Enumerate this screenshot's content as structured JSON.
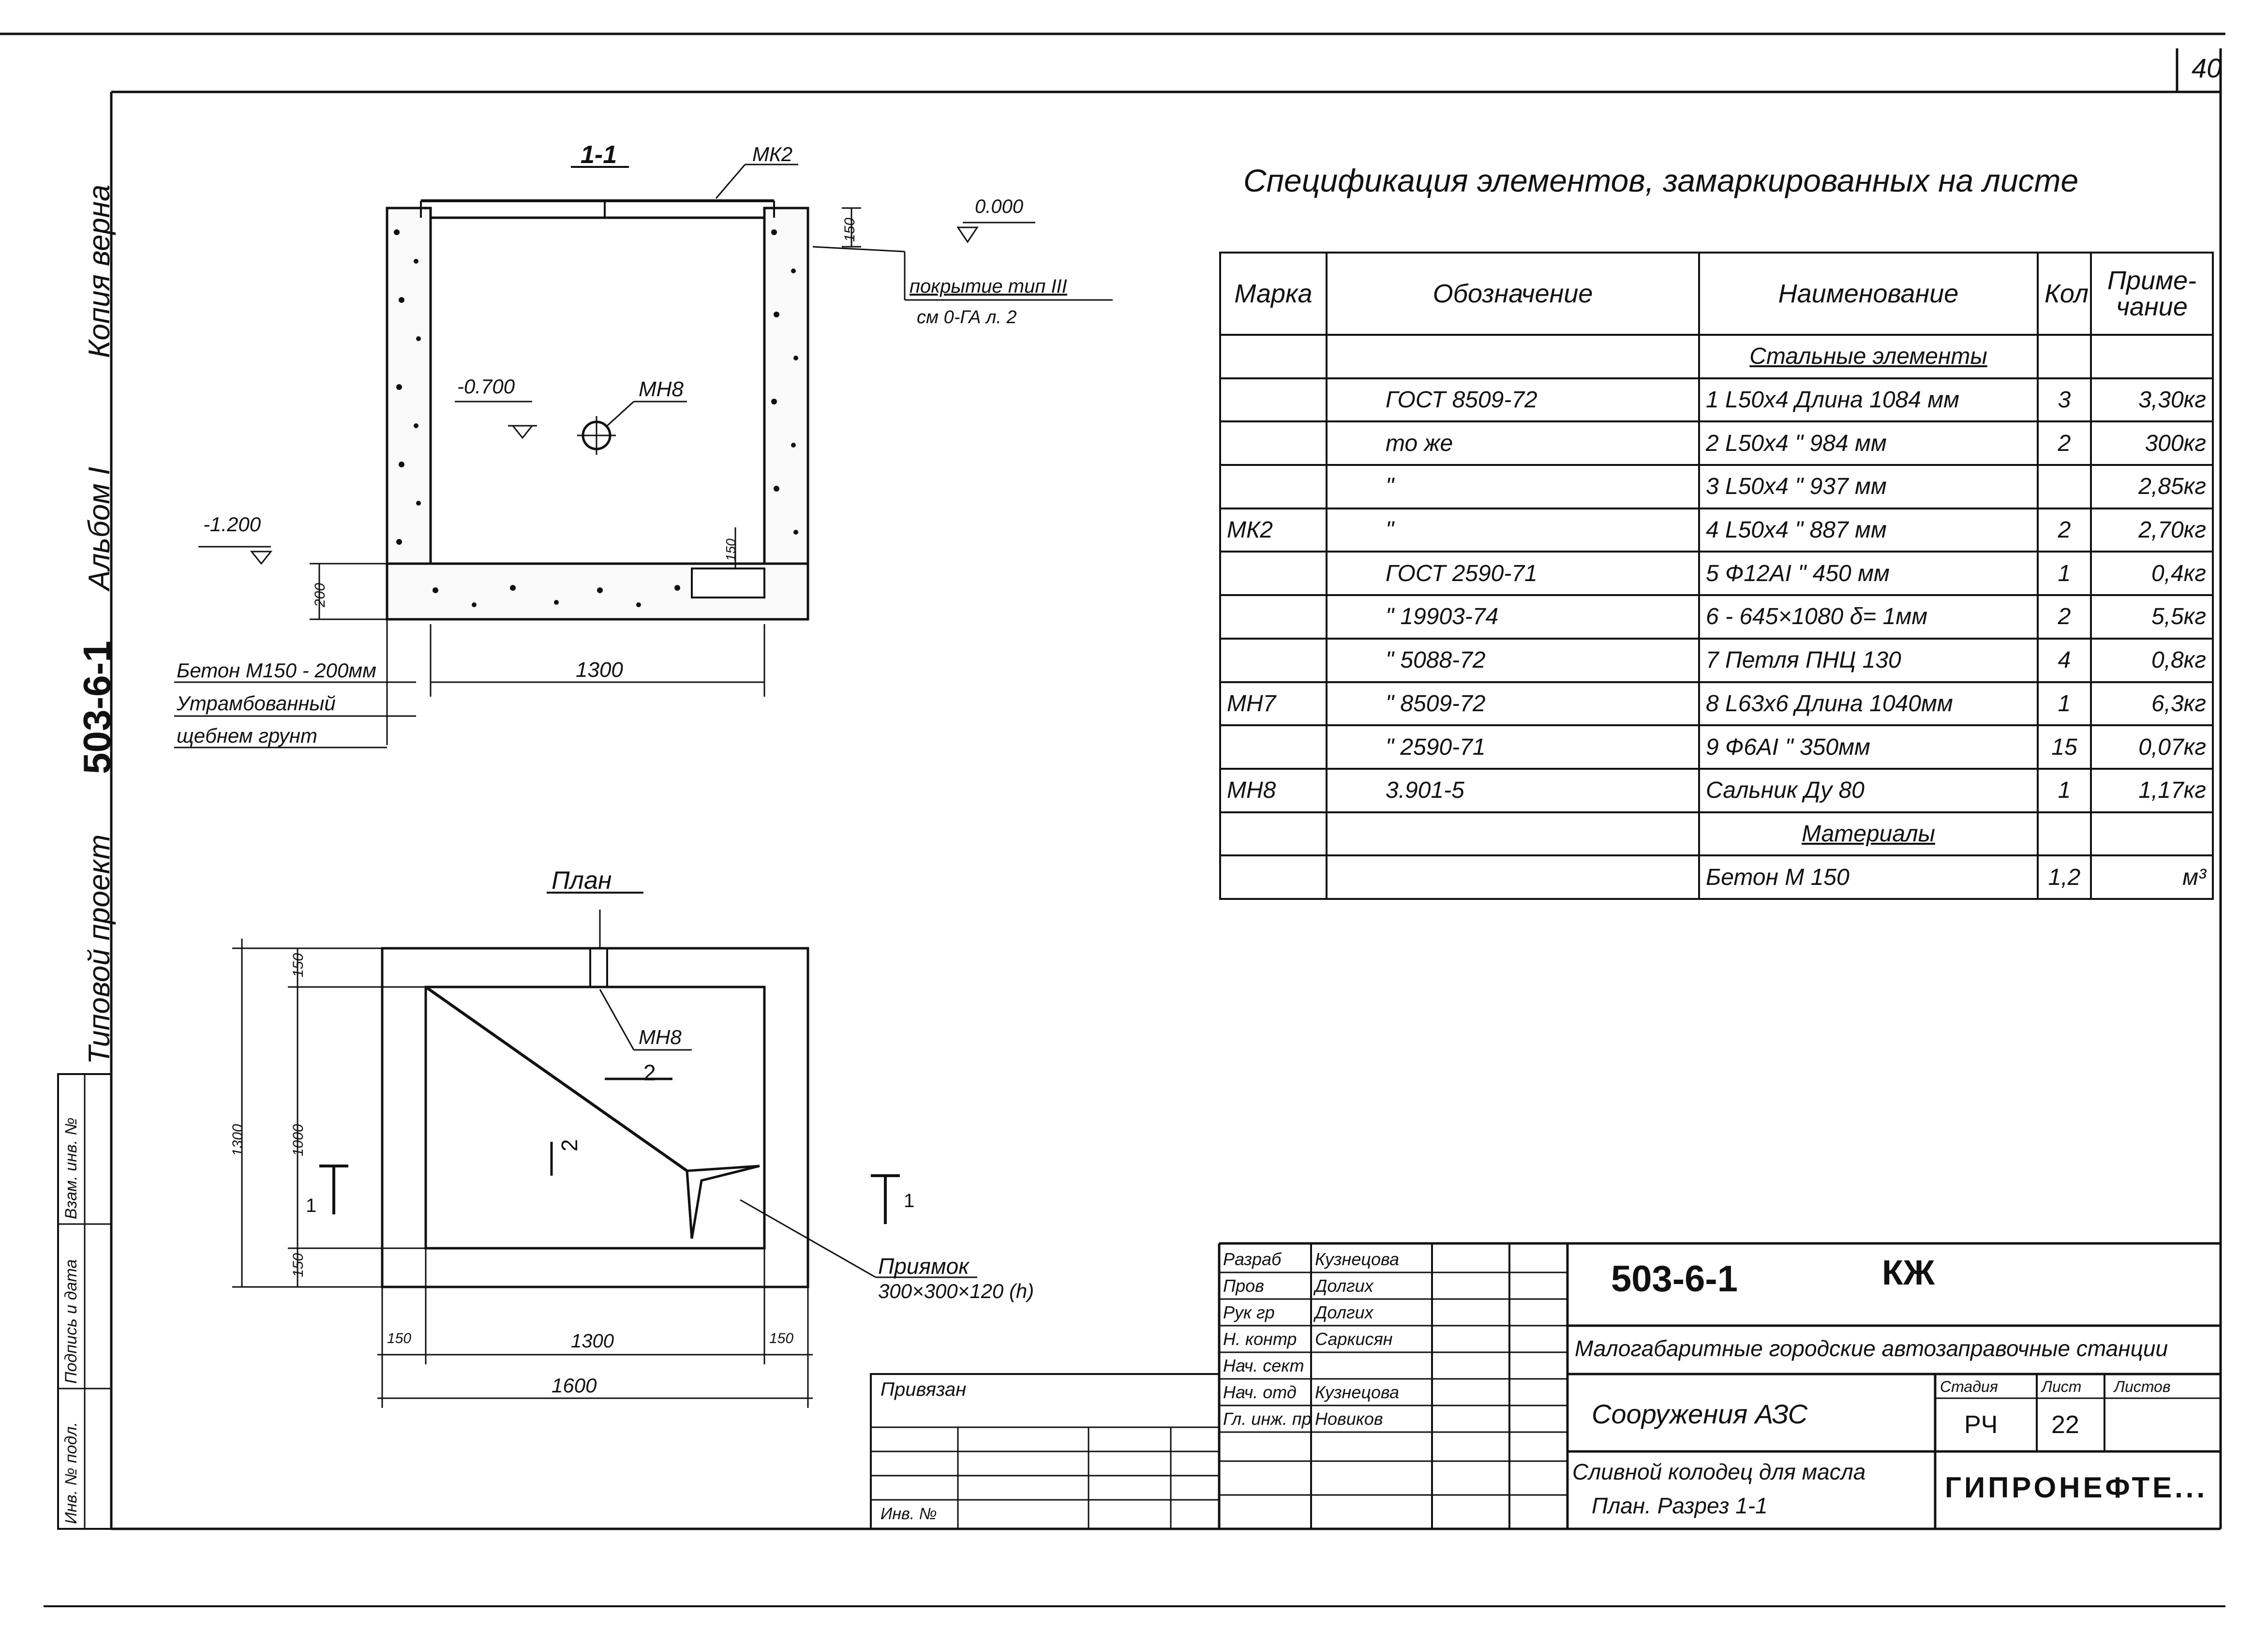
{
  "sheet": {
    "sheet_number": "40",
    "side_label": {
      "copy_verified": "Копия верна",
      "album": "Альбом I",
      "project_code": "503-6-1",
      "project_type": "Типовой проект"
    },
    "side_stamps": [
      "Взам. инв. №",
      "Подпись и дата",
      "Инв. № подл."
    ]
  },
  "section": {
    "title": "1-1",
    "labels": {
      "mk2": "МК2",
      "mn8": "МН8",
      "level_zero": "0.000",
      "level_minus_700": "-0.700",
      "level_minus_1200": "-1.200",
      "dim_150": "150",
      "dim_200": "200",
      "dim_150b": "150",
      "dim_1300": "1300",
      "coating_line1": "покрытие тип III",
      "coating_line2": "см      0-ГА л. 2",
      "concrete": "Бетон М150 - 200мм",
      "gravel_line1": "Утрамбованный",
      "gravel_line2": "щебнем грунт"
    }
  },
  "plan": {
    "title": "План",
    "labels": {
      "mn8": "МН8",
      "mark2a": "2",
      "mark2b": "2",
      "cut1_left": "1",
      "cut1_right": "1",
      "pit_line1": "Приямок",
      "pit_line2": "300×300×120 (h)",
      "dim_150_top": "150",
      "dim_1000": "1000",
      "dim_150_bottom": "150",
      "dim_1300_v": "1300",
      "dim_150_left": "150",
      "dim_1300_h": "1300",
      "dim_150_right": "150",
      "dim_1600": "1600"
    }
  },
  "spec": {
    "title": "Спецификация элементов, замаркированных на листе",
    "headers": [
      "Марка",
      "Обозначение",
      "Наименование",
      "Кол",
      "Приме-чание"
    ],
    "rows": [
      {
        "mark": "",
        "designation": "",
        "name": "Стальные элементы",
        "qty": "",
        "note": ""
      },
      {
        "mark": "",
        "designation": "ГОСТ 8509-72",
        "name": "1  L50х4  Длина  1084 мм",
        "qty": "3",
        "note": "3,30кг"
      },
      {
        "mark": "",
        "designation": "то же",
        "name": "2  L50х4    \"    984 мм",
        "qty": "2",
        "note": "300кг"
      },
      {
        "mark": "",
        "designation": "\"",
        "name": "3  L50х4    \"    937 мм",
        "qty": "",
        "note": "2,85кг"
      },
      {
        "mark": "МК2",
        "designation": "\"",
        "name": "4  L50х4    \"    887 мм",
        "qty": "2",
        "note": "2,70кг"
      },
      {
        "mark": "",
        "designation": "ГОСТ 2590-71",
        "name": "5  Ф12AI    \"    450 мм",
        "qty": "1",
        "note": "0,4кг"
      },
      {
        "mark": "",
        "designation": "\" 19903-74",
        "name": "6 - 645×1080   δ= 1мм",
        "qty": "2",
        "note": "5,5кг"
      },
      {
        "mark": "",
        "designation": "\" 5088-72",
        "name": "7  Петля  ПНЦ  130",
        "qty": "4",
        "note": "0,8кг"
      },
      {
        "mark": "МН7",
        "designation": "\" 8509-72",
        "name": "8  L63х6   Длина 1040мм",
        "qty": "1",
        "note": "6,3кг"
      },
      {
        "mark": "",
        "designation": "\" 2590-71",
        "name": "9  Ф6AI    \"    350мм",
        "qty": "15",
        "note": "0,07кг"
      },
      {
        "mark": "МН8",
        "designation": "3.901-5",
        "name": "Сальник  Ду 80",
        "qty": "1",
        "note": "1,17кг"
      },
      {
        "mark": "",
        "designation": "",
        "name": "Материалы",
        "qty": "",
        "note": ""
      },
      {
        "mark": "",
        "designation": "",
        "name": "Бетон  М 150",
        "qty": "1,2",
        "note": "м³"
      }
    ]
  },
  "title_block": {
    "doc_code": "503-6-1",
    "mark": "КЖ",
    "project_name": "Малогабаритные городские автозаправочные станции",
    "structure": "Сооружения АЗС",
    "sheet_title_line1": "Сливной колодец для масла",
    "sheet_title_line2": "План. Разрез 1-1",
    "stage_label": "Стадия",
    "sheet_label": "Лист",
    "sheets_label": "Листов",
    "stage": "РЧ",
    "sheet": "22",
    "org": "ГИПРОНЕФТЕ...",
    "roles": [
      {
        "role": "Разраб",
        "name": "Кузнецова"
      },
      {
        "role": "Пров",
        "name": "Долгих"
      },
      {
        "role": "Рук гр",
        "name": "Долгих"
      },
      {
        "role": "Н. контр",
        "name": "Саркисян"
      },
      {
        "role": "Нач. сект",
        "name": ""
      },
      {
        "role": "Нач. отд",
        "name": "Кузнецова"
      },
      {
        "role": "Гл. инж. пр",
        "name": "Новиков"
      }
    ],
    "binding": "Привязан",
    "inv": "Инв. №"
  }
}
